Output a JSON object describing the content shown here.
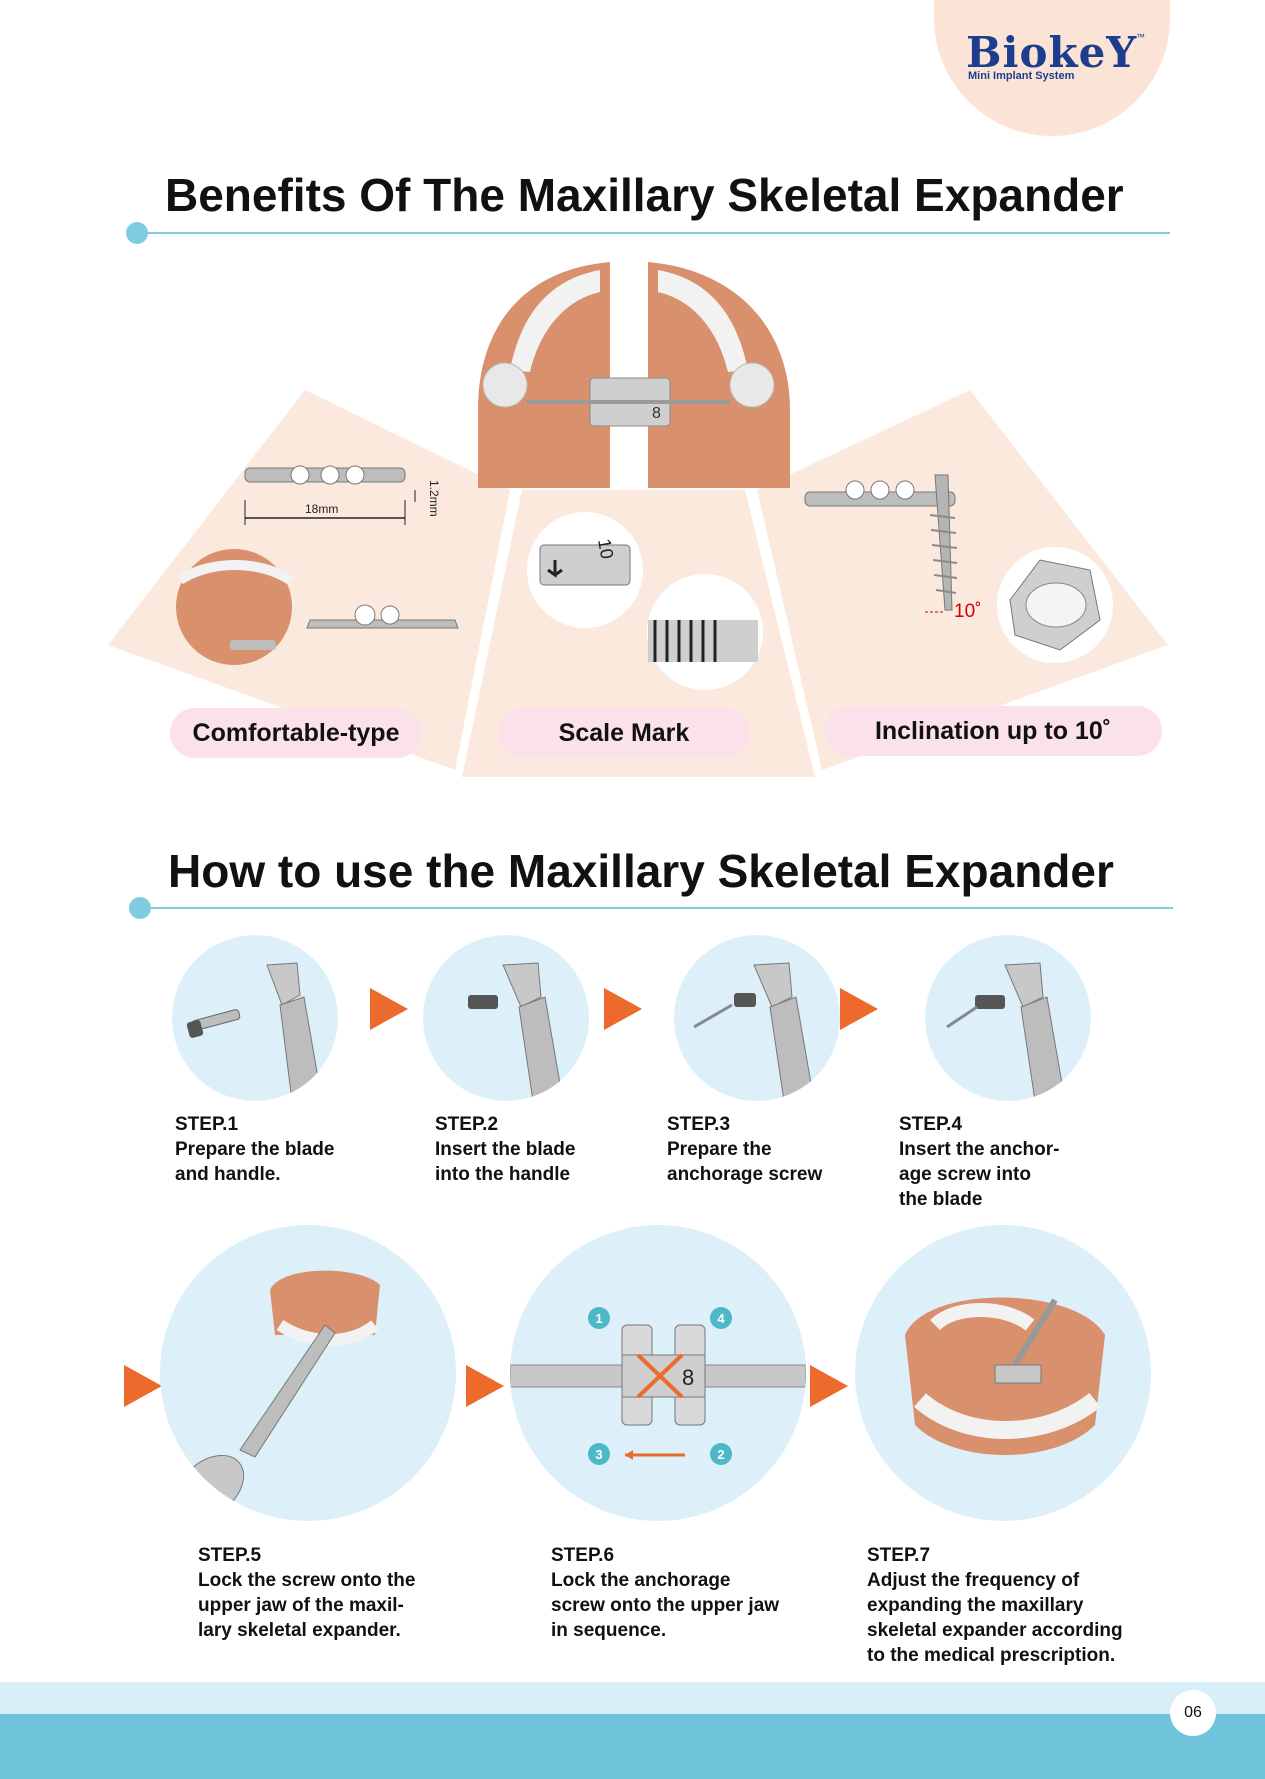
{
  "logo": {
    "brand": "BiokeY",
    "tm": "™",
    "tagline": "Mini Implant System"
  },
  "benefits": {
    "title": "Benefits Of The Maxillary Skeletal Expander",
    "dim_height": "1.2mm",
    "dim_width": "18mm",
    "scale_digit": "8",
    "scale_digit_zoom": "10",
    "angle": "10˚",
    "items": [
      {
        "label": "Comfortable-type"
      },
      {
        "label": "Scale Mark"
      },
      {
        "label": "Inclination up to 10˚"
      }
    ]
  },
  "howto": {
    "title": "How to use the Maxillary Skeletal Expander",
    "badges": [
      "1",
      "4",
      "3",
      "2"
    ],
    "steps": [
      {
        "title": "STEP.1",
        "text": "Prepare the blade\nand handle."
      },
      {
        "title": "STEP.2",
        "text": "Insert the blade\ninto the handle"
      },
      {
        "title": "STEP.3",
        "text": "Prepare the\nanchorage screw"
      },
      {
        "title": "STEP.4",
        "text": "Insert the anchor-\nage screw into\nthe blade"
      },
      {
        "title": "STEP.5",
        "text": "Lock the screw onto the\nupper jaw of the maxil-\nlary skeletal expander."
      },
      {
        "title": "STEP.6",
        "text": "Lock the anchorage\nscrew onto the upper jaw\nin sequence."
      },
      {
        "title": "STEP.7",
        "text": "Adjust the frequency of\nexpanding the maxillary\nskeletal expander according\nto the medical prescription."
      }
    ]
  },
  "page_number": "06",
  "colors": {
    "accent": "#7fcbe0",
    "arrow": "#ec6a2b",
    "peach": "#fbe9dd",
    "pink": "#fbe1ea",
    "footer": "#6fc4dc"
  }
}
